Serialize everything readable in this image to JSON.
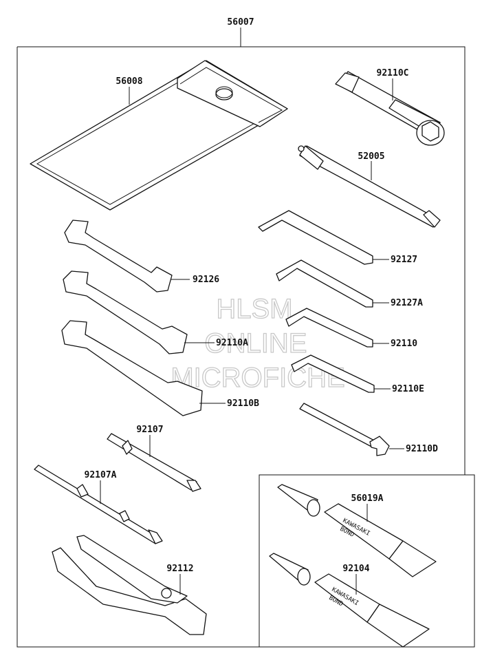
{
  "watermark": {
    "line1": "HLSM",
    "line2": "ONLINE",
    "line3": "MICROFICHE"
  },
  "parts": {
    "p56007": "56007",
    "p56008": "56008",
    "p92110C": "92110C",
    "p52005": "52005",
    "p92127": "92127",
    "p92127A": "92127A",
    "p92126": "92126",
    "p92110": "92110",
    "p92110A": "92110A",
    "p92110E": "92110E",
    "p92110B": "92110B",
    "p92107": "92107",
    "p92110D": "92110D",
    "p92107A": "92107A",
    "p56019A": "56019A",
    "p92112": "92112",
    "p92104": "92104"
  },
  "tube_text": {
    "brand": "KAWASAKI",
    "product": "BOND"
  }
}
